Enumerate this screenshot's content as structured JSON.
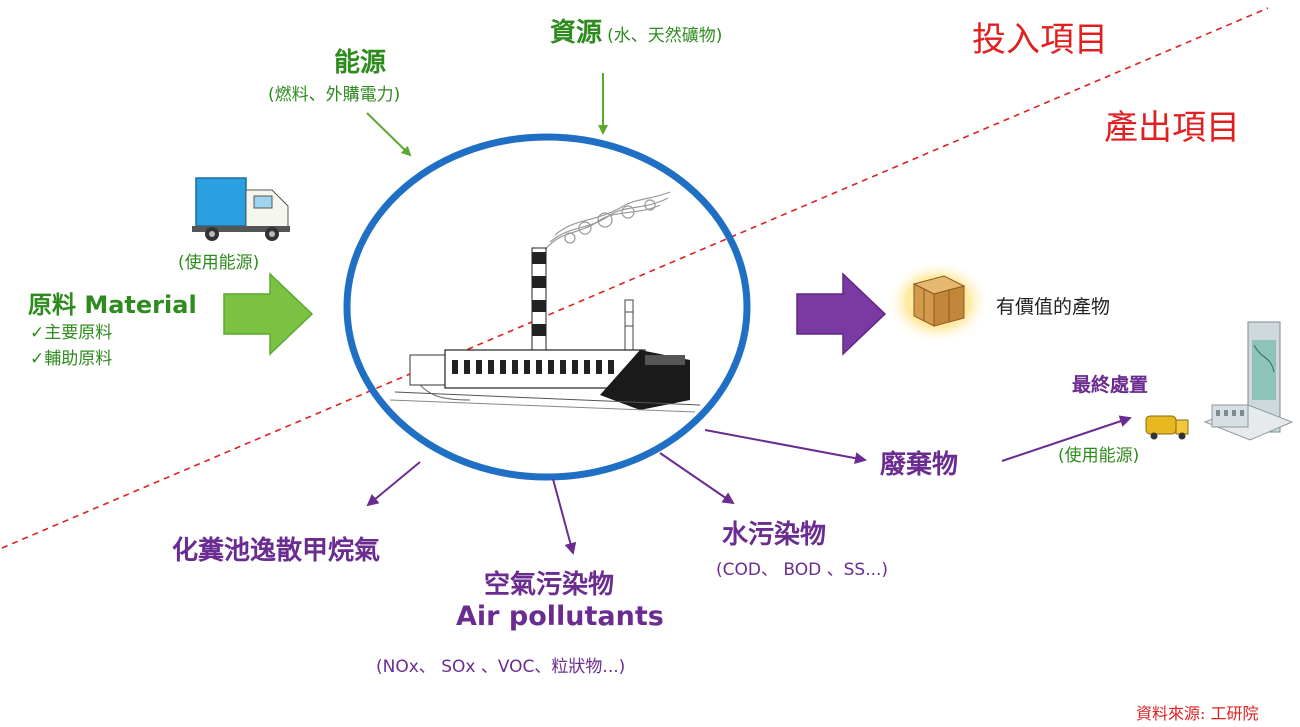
{
  "inputs_zone_label": "投入項目",
  "outputs_zone_label": "產出項目",
  "resources": {
    "title": "資源",
    "detail": "(水、天然礦物)"
  },
  "energy": {
    "title": "能源",
    "detail": "(燃料、外購電力)"
  },
  "truck": {
    "caption": "(使用能源)"
  },
  "material": {
    "title": "原料 Material",
    "items": [
      "✓主要原料",
      "✓輔助原料"
    ]
  },
  "product": {
    "label": "有價值的產物"
  },
  "final_disposal": {
    "title": "最終處置",
    "caption": "(使用能源)"
  },
  "waste": {
    "label": "廢棄物"
  },
  "water_pollutants": {
    "title": "水污染物",
    "detail": "(COD、 BOD 、SS...)"
  },
  "methane": {
    "label": "化糞池逸散甲烷氣"
  },
  "air_pollutants": {
    "title": "空氣污染物",
    "title_en": "Air pollutants",
    "detail": "(NOx、 SOx 、VOC、粒狀物...)"
  },
  "source": "資料來源: 工研院",
  "colors": {
    "green": "#2e8b1e",
    "purple": "#6a2c91",
    "red": "#e02020",
    "blue": "#1f6fc4"
  }
}
